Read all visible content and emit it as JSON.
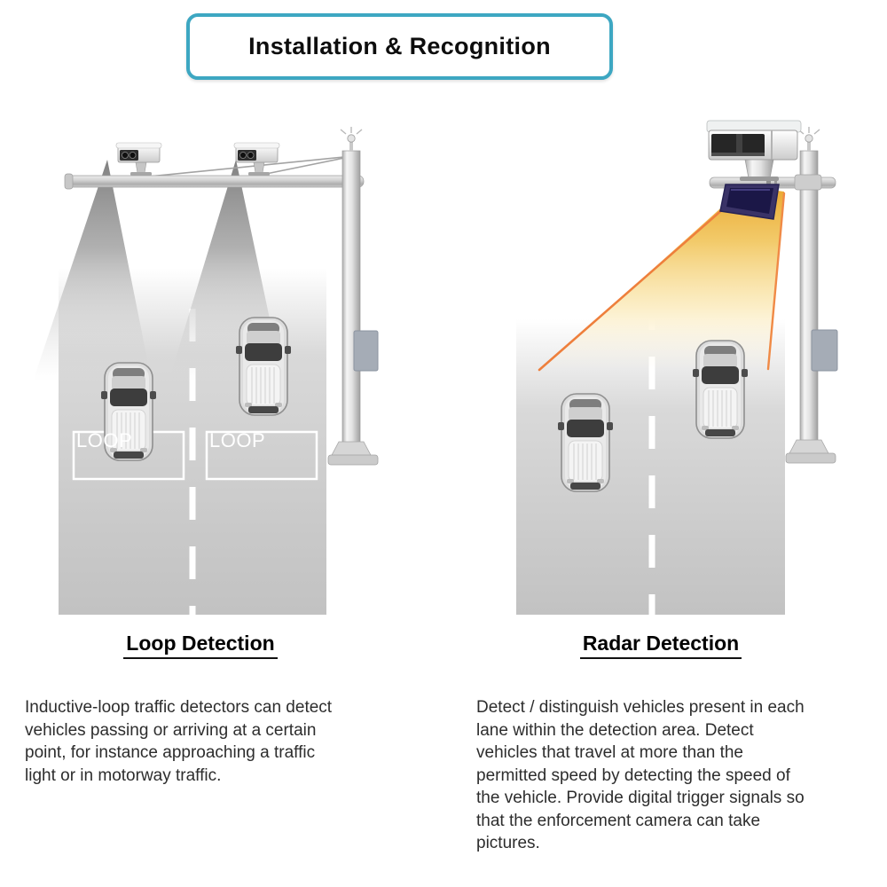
{
  "title": {
    "label": "Installation & Recognition"
  },
  "left_section": {
    "heading": "Loop Detection",
    "loop_labels": [
      "LOOP",
      "LOOP"
    ],
    "description": "Inductive-loop traffic detectors can detect\nvehicles passing or arriving at a certain\npoint, for instance approaching a traffic\nlight or in motorway traffic."
  },
  "right_section": {
    "heading": "Radar Detection",
    "description": "Detect / distinguish vehicles present in each\nlane within the detection area. Detect\nvehicles that travel at more than the\npermitted speed by detecting the speed of\nthe vehicle. Provide digital trigger signals so\nthat the enforcement camera can take\npictures."
  },
  "colors": {
    "accent_border": "#3da7c2",
    "beam_orange": "#ee7f3c",
    "beam_gold": "#eab33a",
    "road_gray": "#c9c9c9",
    "radar_navy": "#3a3367",
    "cone_gray": "#8c8c8c",
    "loop_outline": "#ffffff",
    "cabinet_blue_gray": "#a5acb6"
  }
}
